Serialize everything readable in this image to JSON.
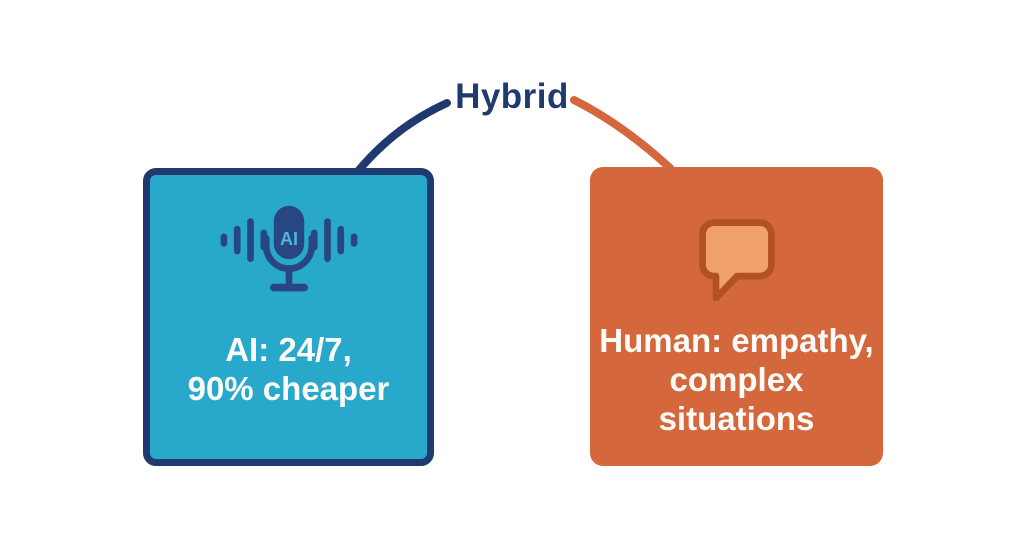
{
  "hybrid_label": "Hybrid",
  "left_box": {
    "icon": "ai-voice-microphone-icon",
    "mic_text": "AI",
    "line1": "AI: 24/7,",
    "line2": "90% cheaper"
  },
  "right_box": {
    "icon": "speech-bubble-icon",
    "line1": "Human: empathy,",
    "line2": "complex situations"
  },
  "colors": {
    "page_bg": "#ffffff",
    "navy": "#1f3a6e",
    "mic_blue": "#284682",
    "mic_ai_text": "#4fb7d9",
    "teal": "#28a8ca",
    "orange": "#d4673c",
    "bubble_fill": "#f0a169",
    "bubble_stroke": "#b2521f",
    "box_text": "#fdfbf8"
  }
}
